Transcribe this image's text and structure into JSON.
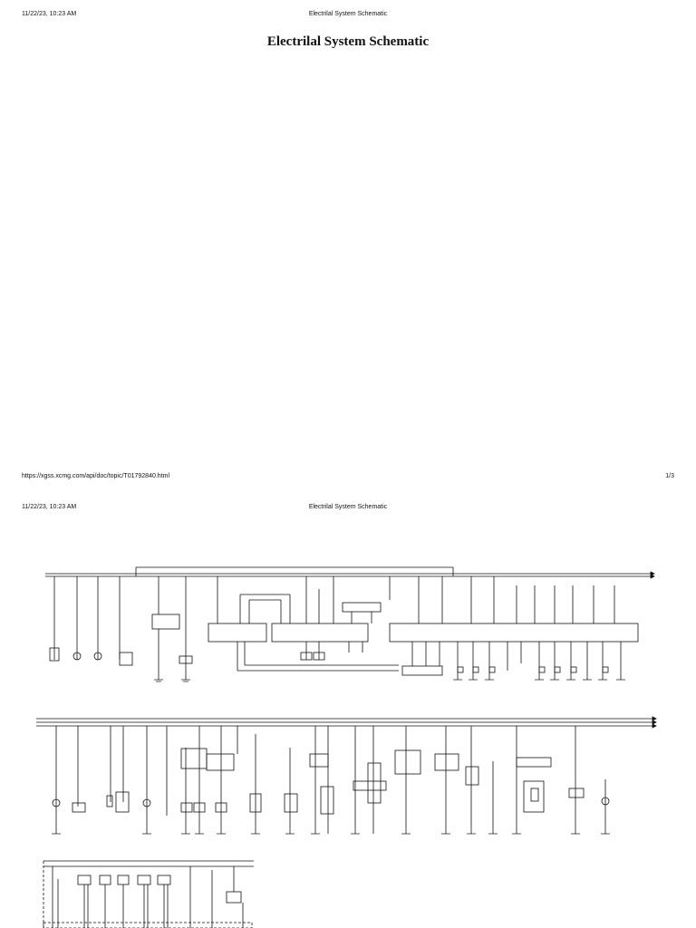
{
  "page1": {
    "header_datetime": "11/22/23, 10:23 AM",
    "header_title": "Electrilal System Schematic",
    "doc_title": "Electrilal System Schematic",
    "footer_url": "https://xgss.xcmg.com/api/doc/topic/T01792840.html",
    "footer_page": "1/3"
  },
  "page2": {
    "header_datetime": "11/22/23, 10:23 AM",
    "header_title": "Electrilal System Schematic"
  }
}
